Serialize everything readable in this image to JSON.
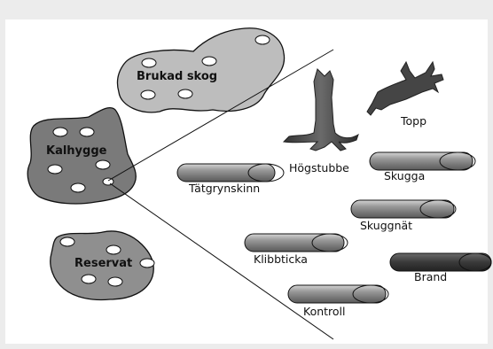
{
  "diagram": {
    "areas": [
      {
        "id": "brukad",
        "label": "Brukad skog"
      },
      {
        "id": "kalhygge",
        "label": "Kalhygge"
      },
      {
        "id": "reservat",
        "label": "Reservat"
      }
    ],
    "treatments": [
      {
        "id": "tatgrynskinn",
        "label": "Tätgrynskinn"
      },
      {
        "id": "hogstubbe",
        "label": "Högstubbe"
      },
      {
        "id": "topp",
        "label": "Topp"
      },
      {
        "id": "skugga",
        "label": "Skugga"
      },
      {
        "id": "skuggnat",
        "label": "Skuggnät"
      },
      {
        "id": "klibbticka",
        "label": "Klibbticka"
      },
      {
        "id": "brand",
        "label": "Brand"
      },
      {
        "id": "kontroll",
        "label": "Kontroll"
      }
    ],
    "colors": {
      "background": "#ffffff",
      "frame": "#ececec",
      "brukad_fill": "#bdbdbd",
      "kalhygge_fill": "#7a7a7a",
      "reservat_fill": "#8f8f8f",
      "log_fill": "#8c8c8c",
      "burnt_log_fill": "#3c3c3c",
      "stump_fill": "#555555"
    }
  }
}
